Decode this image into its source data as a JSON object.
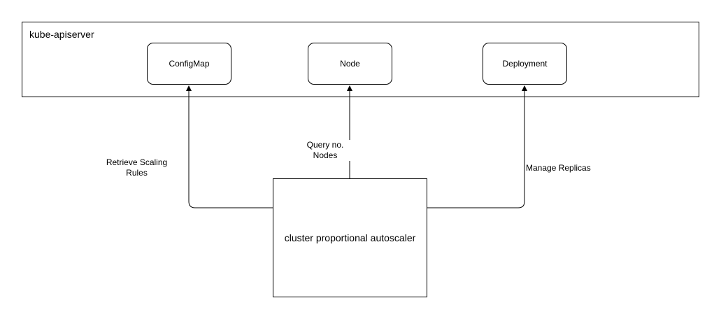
{
  "container": {
    "title": "kube-apiserver"
  },
  "nodes": {
    "configmap": "ConfigMap",
    "node": "Node",
    "deployment": "Deployment",
    "autoscaler": "cluster proportional autoscaler"
  },
  "edges": {
    "retrieve_line1": "Retrieve Scaling",
    "retrieve_line2": "Rules",
    "query_line1": "Query no.",
    "query_line2": "Nodes",
    "manage": "Manage Replicas"
  },
  "colors": {
    "stroke": "#000000",
    "background": "#ffffff"
  }
}
